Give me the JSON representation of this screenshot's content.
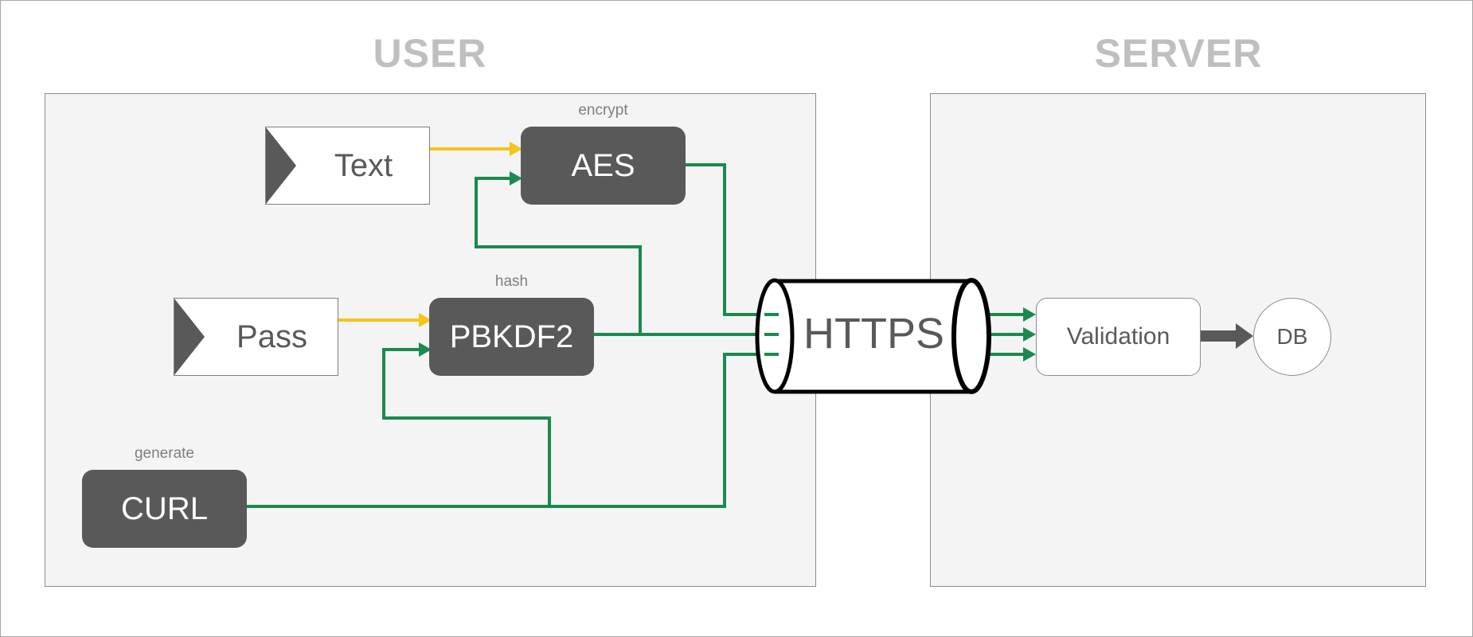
{
  "sections": {
    "user_title": "USER",
    "server_title": "SERVER"
  },
  "inputs": {
    "text_label": "Text",
    "pass_label": "Pass"
  },
  "processes": {
    "aes_label": "AES",
    "aes_caption": "encrypt",
    "pbkdf2_label": "PBKDF2",
    "pbkdf2_caption": "hash",
    "curl_label": "CURL",
    "curl_caption": "generate"
  },
  "transport": {
    "https_label": "HTTPS"
  },
  "server": {
    "validation_label": "Validation",
    "db_label": "DB"
  },
  "colors": {
    "input_flow": "#f5c518",
    "data_flow": "#1a8a4f",
    "dark_box": "#595959",
    "region_fill": "#f4f4f4",
    "title_gray": "#bfbfbf"
  }
}
